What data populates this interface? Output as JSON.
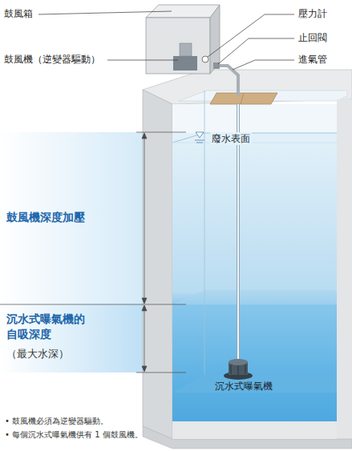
{
  "diagram": {
    "labels": [
      "鼓風箱",
      "壓力計",
      "鼓風機（逆變器驅動）",
      "止回閥",
      "進氣管",
      "廢水表面",
      "鼓風機深度加壓",
      "沉水式曝氣機的 自吸深度",
      "（最大水深）",
      "沉水式曝氣機",
      "• 鼓風機必須為逆變器驅動。",
      "• 每個沉水式曝氣機供有 1 個鼓風機。"
    ]
  }
}
